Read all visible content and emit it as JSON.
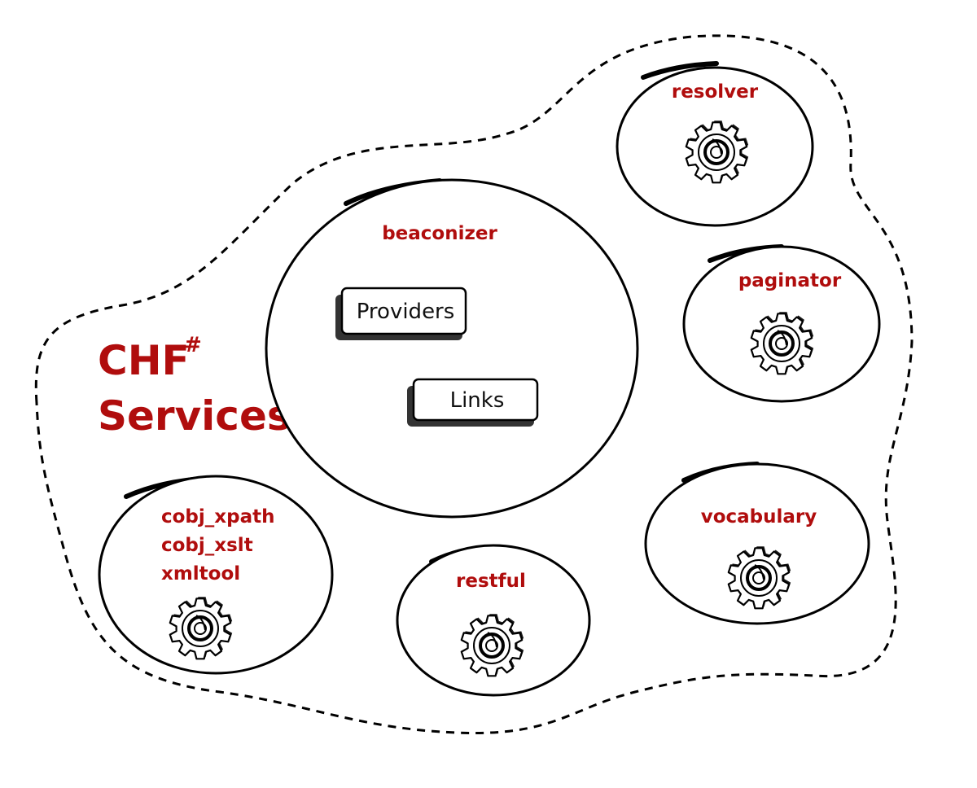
{
  "diagram": {
    "title": {
      "line1": "CHF",
      "superscript": "#",
      "line2": "Services"
    },
    "services": {
      "resolver": "resolver",
      "beaconizer": "beaconizer",
      "paginator": "paginator",
      "vocabulary": "vocabulary",
      "restful": "restful",
      "cobj": [
        "cobj_xpath",
        "cobj_xslt",
        "xmltool"
      ]
    },
    "components": {
      "providers": "Providers",
      "links": "Links"
    },
    "icons": [
      "gear-icon"
    ],
    "colors": {
      "label": "#b00d0d",
      "line": "#000000",
      "background": "#ffffff",
      "button_fill": "#ffffff",
      "button_shadow": "#333333"
    }
  }
}
